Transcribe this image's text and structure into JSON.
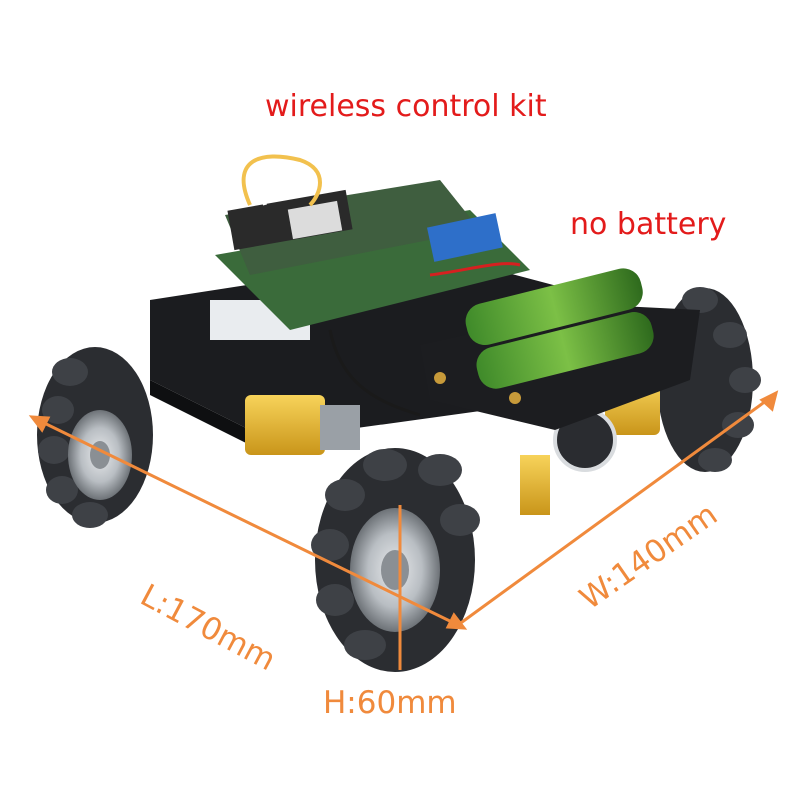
{
  "labels": {
    "title": "wireless control kit",
    "battery_note": "no battery",
    "length": "L:170mm",
    "width": "W:140mm",
    "height": "H:60mm"
  },
  "colors": {
    "annotation_red": "#e31b1b",
    "dimension_orange": "#f08a3c"
  }
}
